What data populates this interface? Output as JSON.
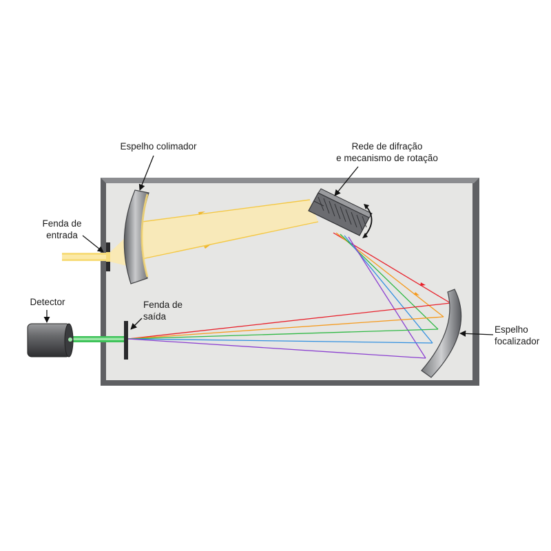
{
  "labels": {
    "collimator_mirror": "Espelho colimador",
    "grating_line1": "Rede de difração",
    "grating_line2": "e mecanismo de rotação",
    "entrance_slit_line1": "Fenda de",
    "entrance_slit_line2": "entrada",
    "detector": "Detector",
    "exit_slit_line1": "Fenda de",
    "exit_slit_line2": "saída",
    "focusing_mirror_line1": "Espelho",
    "focusing_mirror_line2": "focalizador"
  },
  "colors": {
    "housing_frame": "#5f6063",
    "housing_interior": "#e6e6e4",
    "input_light": "#f7dc7a",
    "collimated_beam": "#ffe9a0",
    "exit_beam": "#3fc35a",
    "spectrum": [
      "#e8202a",
      "#f59a1e",
      "#2fb844",
      "#2f8fe0",
      "#8a3fd0"
    ]
  }
}
